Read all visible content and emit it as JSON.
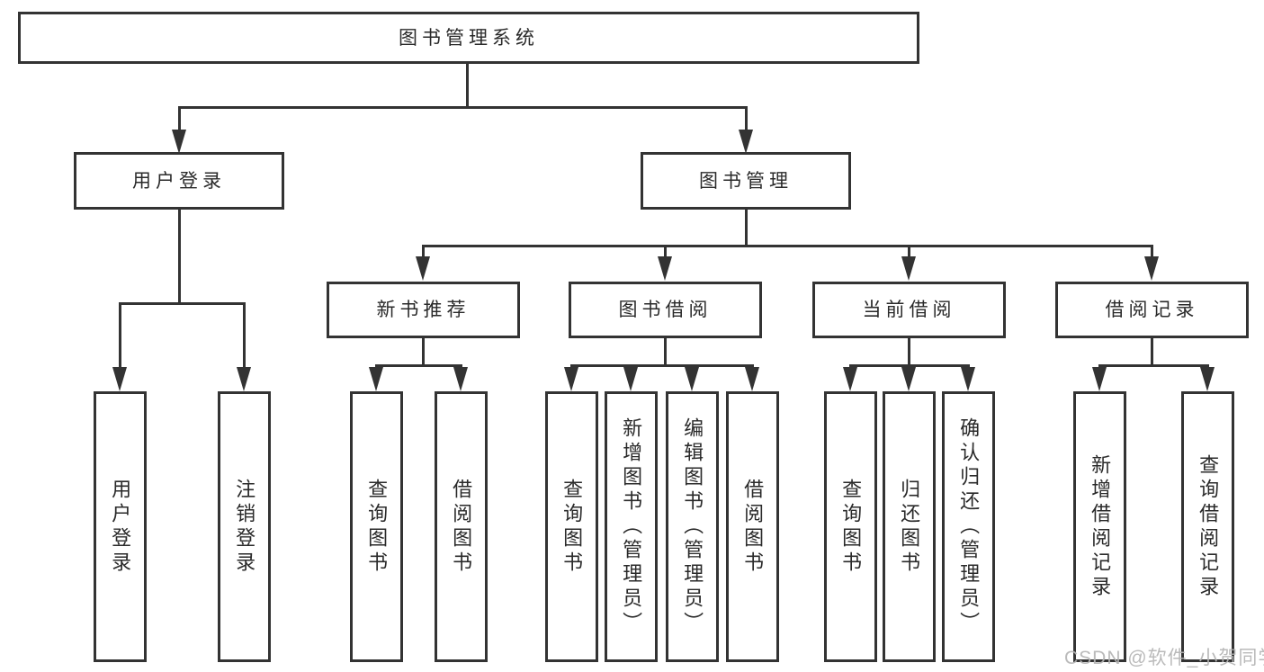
{
  "diagram": {
    "title": "图书管理系统",
    "nodes": {
      "root": {
        "label": "图书管理系统"
      },
      "user_login": {
        "label": "用户登录"
      },
      "book_mgmt": {
        "label": "图书管理"
      },
      "new_book_rec": {
        "label": "新书推荐"
      },
      "book_borrow": {
        "label": "图书借阅"
      },
      "current_borrow": {
        "label": "当前借阅"
      },
      "borrow_records": {
        "label": "借阅记录"
      }
    },
    "leaves": {
      "user_login_leaf": {
        "label": "用户登录",
        "parent": "用户登录"
      },
      "logout_leaf": {
        "label": "注销登录",
        "parent": "用户登录"
      },
      "nb_query": {
        "label": "查询图书",
        "parent": "新书推荐"
      },
      "nb_borrow": {
        "label": "借阅图书",
        "parent": "新书推荐"
      },
      "bb_query": {
        "label": "查询图书",
        "parent": "图书借阅"
      },
      "bb_add": {
        "label": "新增图书（管理员）",
        "parent": "图书借阅"
      },
      "bb_edit": {
        "label": "编辑图书（管理员）",
        "parent": "图书借阅"
      },
      "bb_borrow": {
        "label": "借阅图书",
        "parent": "图书借阅"
      },
      "cb_query": {
        "label": "查询图书",
        "parent": "当前借阅"
      },
      "cb_return": {
        "label": "归还图书",
        "parent": "当前借阅"
      },
      "cb_confirm": {
        "label": "确认归还（管理员）",
        "parent": "当前借阅"
      },
      "br_add": {
        "label": "新增借阅记录",
        "parent": "借阅记录"
      },
      "br_query": {
        "label": "查询借阅记录",
        "parent": "借阅记录"
      }
    },
    "colors": {
      "line": "#333333",
      "text": "#2a2a2a",
      "watermark_text": "#b5b5b5",
      "background": "#ffffff"
    }
  },
  "watermark": "CSDN @软件_小贺同学"
}
